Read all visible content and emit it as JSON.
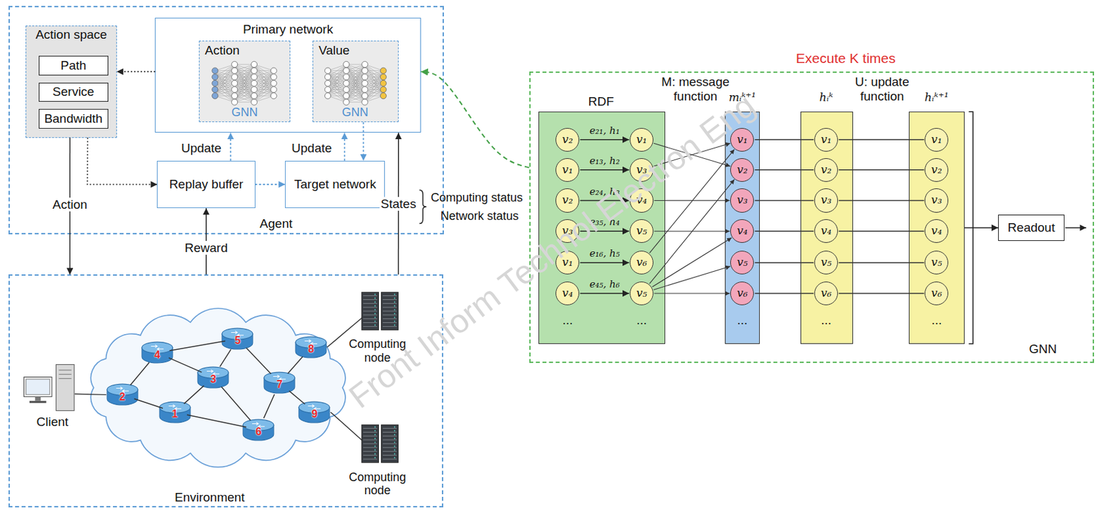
{
  "diagram": {
    "nodes": [
      {
        "text": [
          "Agent"
        ]
      },
      {
        "text": [
          "Action space"
        ],
        "in": 0
      },
      {
        "text": [
          "Path"
        ],
        "in": 1
      },
      {
        "text": [
          "Service"
        ],
        "in": 1
      },
      {
        "text": [
          "Bandwidth"
        ],
        "in": 1
      },
      {
        "text": [
          "Primary network"
        ],
        "in": 0
      },
      {
        "text": [
          "Action",
          "GNN"
        ],
        "in": 5
      },
      {
        "text": [
          "Value",
          "GNN"
        ],
        "in": 5
      },
      {
        "text": [
          "Replay buffer"
        ],
        "in": 0
      },
      {
        "text": [
          "Target network"
        ],
        "in": 0
      },
      {
        "text": [
          "Environment"
        ]
      },
      {
        "text": [
          "1"
        ],
        "in": 10
      },
      {
        "text": [
          "2"
        ],
        "in": 10
      },
      {
        "text": [
          "3"
        ],
        "in": 10
      },
      {
        "text": [
          "4"
        ],
        "in": 10
      },
      {
        "text": [
          "5"
        ],
        "in": 10
      },
      {
        "text": [
          "6"
        ],
        "in": 10
      },
      {
        "text": [
          "7"
        ],
        "in": 10
      },
      {
        "text": [
          "8"
        ],
        "in": 10
      },
      {
        "text": [
          "9"
        ],
        "in": 10
      },
      {
        "text": [
          "Client"
        ],
        "in": 10
      },
      {
        "text": [
          "Computing node"
        ],
        "in": 10
      },
      {
        "text": [
          "Computing node"
        ],
        "in": 10
      },
      {
        "text": [
          "Execute K times",
          "GNN"
        ]
      },
      {
        "text": [
          "RDF"
        ],
        "in": 23
      },
      {
        "text": [
          "v₂"
        ],
        "in": 24
      },
      {
        "text": [
          "v₁"
        ],
        "in": 24
      },
      {
        "text": [
          "v₁"
        ],
        "in": 24
      },
      {
        "text": [
          "v₃"
        ],
        "in": 24
      },
      {
        "text": [
          "v₂"
        ],
        "in": 24
      },
      {
        "text": [
          "v₄"
        ],
        "in": 24
      },
      {
        "text": [
          "v₃"
        ],
        "in": 24
      },
      {
        "text": [
          "v₅"
        ],
        "in": 24
      },
      {
        "text": [
          "v₁"
        ],
        "in": 24
      },
      {
        "text": [
          "v₆"
        ],
        "in": 24
      },
      {
        "text": [
          "v₄"
        ],
        "in": 24
      },
      {
        "text": [
          "v₅"
        ],
        "in": 24
      },
      {
        "text": [
          "mᵢᵏ⁺¹"
        ],
        "in": 23
      },
      {
        "text": [
          "v₁"
        ],
        "in": 37
      },
      {
        "text": [
          "v₂"
        ],
        "in": 37
      },
      {
        "text": [
          "v₃"
        ],
        "in": 37
      },
      {
        "text": [
          "v₄"
        ],
        "in": 37
      },
      {
        "text": [
          "v₅"
        ],
        "in": 37
      },
      {
        "text": [
          "v₆"
        ],
        "in": 37
      },
      {
        "text": [
          "hᵢᵏ"
        ],
        "in": 23
      },
      {
        "text": [
          "v₁"
        ],
        "in": 44
      },
      {
        "text": [
          "v₂"
        ],
        "in": 44
      },
      {
        "text": [
          "v₃"
        ],
        "in": 44
      },
      {
        "text": [
          "v₄"
        ],
        "in": 44
      },
      {
        "text": [
          "v₅"
        ],
        "in": 44
      },
      {
        "text": [
          "v₆"
        ],
        "in": 44
      },
      {
        "text": [
          "hᵢᵏ⁺¹"
        ],
        "in": 23
      },
      {
        "text": [
          "v₁"
        ],
        "in": 51
      },
      {
        "text": [
          "v₂"
        ],
        "in": 51
      },
      {
        "text": [
          "v₃"
        ],
        "in": 51
      },
      {
        "text": [
          "v₄"
        ],
        "in": 51
      },
      {
        "text": [
          "v₅"
        ],
        "in": 51
      },
      {
        "text": [
          "v₆"
        ],
        "in": 51
      },
      {
        "text": [
          "Readout"
        ],
        "in": 23
      }
    ],
    "edges": [
      {
        "from": 5,
        "to": 1,
        "arrow": "to"
      },
      {
        "from": 1,
        "to": 8,
        "arrow": "to"
      },
      {
        "from": 8,
        "to": 5,
        "arrow": "to",
        "label": "Update"
      },
      {
        "from": 8,
        "to": 9,
        "arrow": "to"
      },
      {
        "from": 9,
        "to": 5,
        "arrow": "to",
        "label": "Update"
      },
      {
        "from": 7,
        "to": 9,
        "arrow": "to"
      },
      {
        "from": 1,
        "to": 10,
        "arrow": "to",
        "label": "Action"
      },
      {
        "from": 10,
        "to": 8,
        "arrow": "to",
        "label": "Reward"
      },
      {
        "from": 10,
        "to": 5,
        "arrow": "to",
        "label": "States"
      },
      {
        "from": 23,
        "to": 5,
        "arrow": "to"
      },
      {
        "from": 12,
        "to": 14,
        "arrow": "none"
      },
      {
        "from": 12,
        "to": 11,
        "arrow": "none"
      },
      {
        "from": 14,
        "to": 13,
        "arrow": "none"
      },
      {
        "from": 14,
        "to": 15,
        "arrow": "none"
      },
      {
        "from": 15,
        "to": 13,
        "arrow": "none"
      },
      {
        "from": 15,
        "to": 17,
        "arrow": "none"
      },
      {
        "from": 13,
        "to": 11,
        "arrow": "none"
      },
      {
        "from": 13,
        "to": 16,
        "arrow": "none"
      },
      {
        "from": 11,
        "to": 16,
        "arrow": "none"
      },
      {
        "from": 16,
        "to": 17,
        "arrow": "none"
      },
      {
        "from": 17,
        "to": 18,
        "arrow": "none"
      },
      {
        "from": 17,
        "to": 19,
        "arrow": "none"
      },
      {
        "from": 20,
        "to": 12,
        "arrow": "none"
      },
      {
        "from": 18,
        "to": 21,
        "arrow": "none"
      },
      {
        "from": 19,
        "to": 22,
        "arrow": "none"
      },
      {
        "from": 25,
        "to": 26,
        "arrow": "to",
        "label": "e₂₁, h₁"
      },
      {
        "from": 27,
        "to": 28,
        "arrow": "to",
        "label": "e₁₃, h₂"
      },
      {
        "from": 29,
        "to": 30,
        "arrow": "to",
        "label": "e₂₄, h₃"
      },
      {
        "from": 31,
        "to": 32,
        "arrow": "to",
        "label": "e₃₅, h₄"
      },
      {
        "from": 33,
        "to": 34,
        "arrow": "to",
        "label": "e₁₆, h₅"
      },
      {
        "from": 35,
        "to": 36,
        "arrow": "to",
        "label": "e₄₅, h₆"
      },
      {
        "from": 26,
        "to": 39,
        "arrow": "to"
      },
      {
        "from": 28,
        "to": 38,
        "arrow": "to"
      },
      {
        "from": 30,
        "to": 40,
        "arrow": "to"
      },
      {
        "from": 32,
        "to": 41,
        "arrow": "to"
      },
      {
        "from": 34,
        "to": 38,
        "arrow": "to"
      },
      {
        "from": 36,
        "to": 39,
        "arrow": "to"
      },
      {
        "from": 36,
        "to": 41,
        "arrow": "to"
      },
      {
        "from": 36,
        "to": 42,
        "arrow": "to"
      },
      {
        "from": 36,
        "to": 43,
        "arrow": "to"
      },
      {
        "from": 38,
        "to": 45,
        "arrow": "none"
      },
      {
        "from": 39,
        "to": 46,
        "arrow": "none"
      },
      {
        "from": 40,
        "to": 47,
        "arrow": "none"
      },
      {
        "from": 41,
        "to": 48,
        "arrow": "none"
      },
      {
        "from": 42,
        "to": 49,
        "arrow": "none"
      },
      {
        "from": 43,
        "to": 50,
        "arrow": "none"
      },
      {
        "from": 45,
        "to": 52,
        "arrow": "none"
      },
      {
        "from": 46,
        "to": 53,
        "arrow": "none"
      },
      {
        "from": 47,
        "to": 54,
        "arrow": "none"
      },
      {
        "from": 48,
        "to": 55,
        "arrow": "none"
      },
      {
        "from": 49,
        "to": 56,
        "arrow": "none"
      },
      {
        "from": 50,
        "to": 57,
        "arrow": "none"
      },
      {
        "from": 51,
        "to": 58,
        "arrow": "to"
      }
    ],
    "labels": [
      "M: message function",
      "U: update function",
      "...",
      "...",
      "...",
      "...",
      "...",
      "Computing status",
      "Network status",
      "Front Inform Technol Electron Eng"
    ]
  }
}
